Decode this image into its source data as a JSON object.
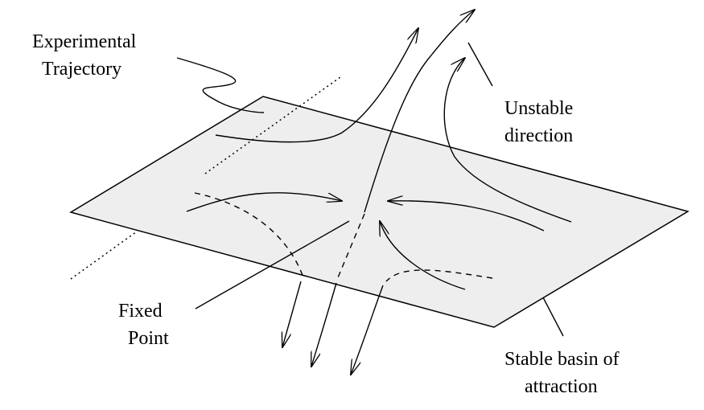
{
  "labels": {
    "experimental_trajectory": [
      "Experimental",
      "Trajectory"
    ],
    "unstable_direction": [
      "Unstable",
      "direction"
    ],
    "fixed_point": [
      "Fixed",
      "Point"
    ],
    "stable_basin": [
      "Stable basin of",
      "attraction"
    ]
  },
  "colors": {
    "plane_fill": "#eeeeee",
    "stroke": "#000000",
    "background": "#ffffff"
  }
}
